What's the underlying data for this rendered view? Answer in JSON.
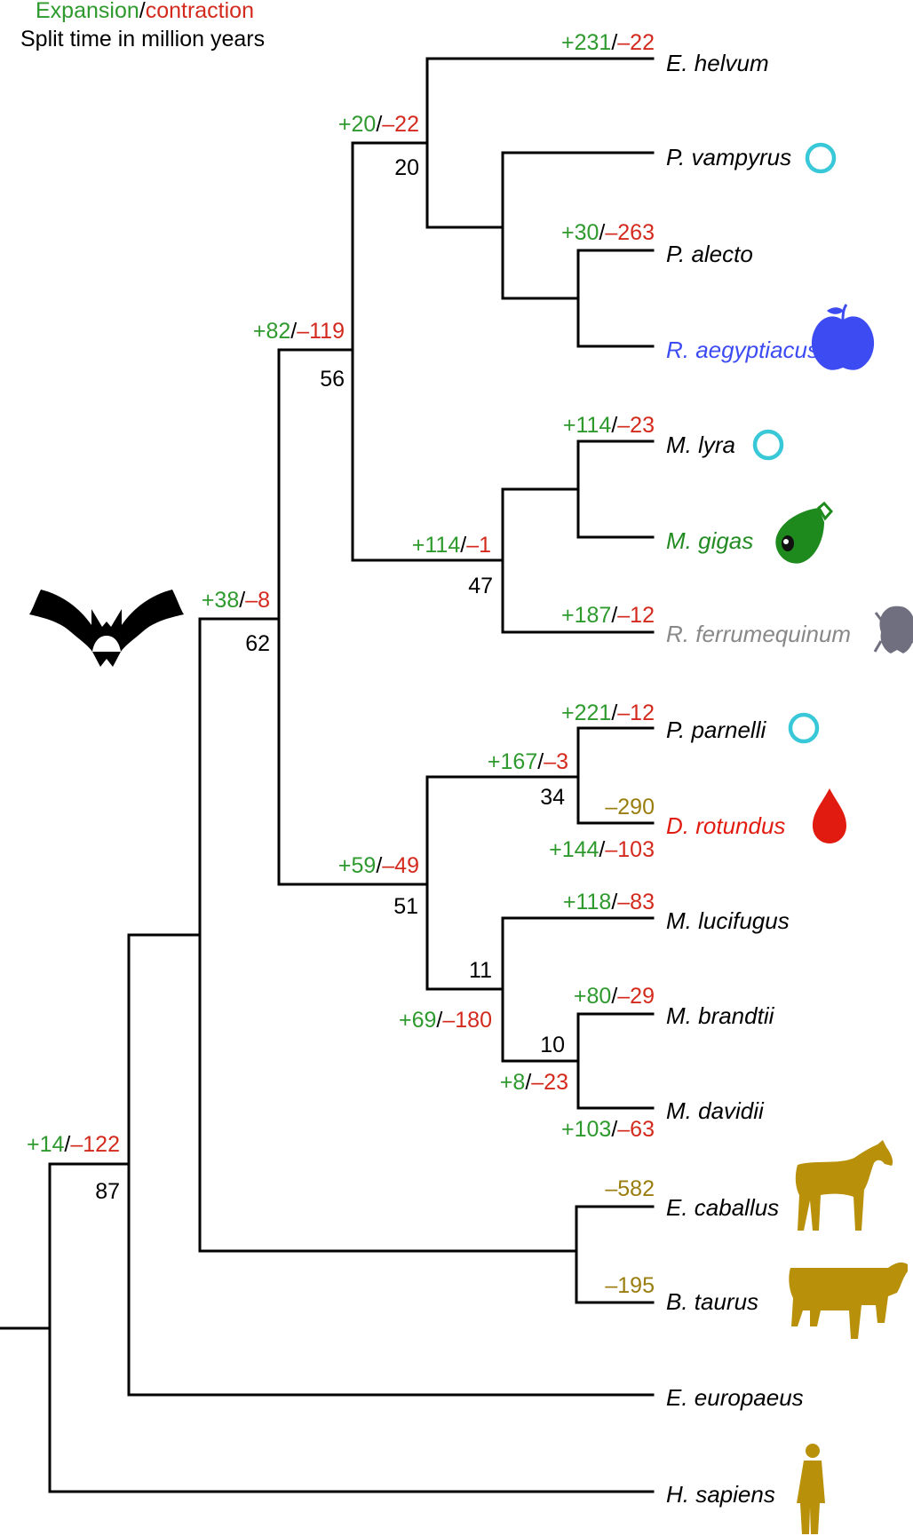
{
  "legend": {
    "expansion": "Expansion",
    "slash": "/",
    "contraction": "contraction",
    "split_time": "Split time in million years"
  },
  "colors": {
    "expansion": "#2e9a2e",
    "contraction": "#d42a1e",
    "loss_only": "#9a7d0f",
    "black": "#000000",
    "sanguivore_blood": "#e21b10",
    "frugivore_apple": "#3d4cf2",
    "carnivore_fish": "#228b22",
    "insectivore_fly": "#6f6f7f",
    "ring": "#38c8d8",
    "mammal_silhouette": "#b8900a"
  },
  "taxa": [
    {
      "name": "E. helvum",
      "color": "#000000"
    },
    {
      "name": "P. vampyrus",
      "color": "#000000",
      "icon": "ring-icon"
    },
    {
      "name": "P. alecto",
      "color": "#000000"
    },
    {
      "name": "R. aegyptiacus",
      "color": "#3d4cf2",
      "icon": "apple-icon"
    },
    {
      "name": "M. lyra",
      "color": "#000000",
      "icon": "ring-icon"
    },
    {
      "name": "M. gigas",
      "color": "#228b22",
      "icon": "fish-icon"
    },
    {
      "name": "R. ferrumequinum",
      "color": "#888888",
      "icon": "fly-icon"
    },
    {
      "name": "P. parnelli",
      "color": "#000000",
      "icon": "ring-icon"
    },
    {
      "name": "D. rotundus",
      "color": "#e21b10",
      "icon": "blood-drop-icon"
    },
    {
      "name": "M. lucifugus",
      "color": "#000000"
    },
    {
      "name": "M. brandtii",
      "color": "#000000"
    },
    {
      "name": "M. davidii",
      "color": "#000000"
    },
    {
      "name": "E. caballus",
      "color": "#000000",
      "icon": "horse-icon"
    },
    {
      "name": "B. taurus",
      "color": "#000000",
      "icon": "cow-icon"
    },
    {
      "name": "E. europaeus",
      "color": "#000000"
    },
    {
      "name": "H. sapiens",
      "color": "#000000",
      "icon": "human-icon"
    }
  ],
  "split_times": [
    "20",
    "56",
    "62",
    "47",
    "34",
    "51",
    "11",
    "10",
    "87"
  ],
  "changes": [
    {
      "id": "e-helvum",
      "exp": "+231",
      "con": "–22"
    },
    {
      "id": "pteropodid-clade",
      "exp": "+20",
      "con": "–22"
    },
    {
      "id": "p-alecto",
      "exp": "+30",
      "con": "–263"
    },
    {
      "id": "yinpterochiroptera",
      "exp": "+82",
      "con": "–119"
    },
    {
      "id": "m-lyra",
      "exp": "+114",
      "con": "–23"
    },
    {
      "id": "rhinolophoid-clade",
      "exp": "+114",
      "con": "–1"
    },
    {
      "id": "r-ferrumequinum",
      "exp": "+187",
      "con": "–12"
    },
    {
      "id": "chiroptera",
      "exp": "+38",
      "con": "–8"
    },
    {
      "id": "p-parnelli",
      "exp": "+221",
      "con": "–12"
    },
    {
      "id": "noctilionoid-clade",
      "exp": "+167",
      "con": "–3"
    },
    {
      "id": "d-rotundus-branch",
      "exp": "+144",
      "con": "–103"
    },
    {
      "id": "yangochiroptera",
      "exp": "+59",
      "con": "–49"
    },
    {
      "id": "m-lucifugus",
      "exp": "+118",
      "con": "–83"
    },
    {
      "id": "m-brandtii",
      "exp": "+80",
      "con": "–29"
    },
    {
      "id": "myotis-clade",
      "exp": "+69",
      "con": "–180"
    },
    {
      "id": "brandtii-davidii",
      "exp": "+8",
      "con": "–23"
    },
    {
      "id": "m-davidii",
      "exp": "+103",
      "con": "–63"
    },
    {
      "id": "laurasiatheria",
      "exp": "+14",
      "con": "–122"
    }
  ],
  "losses_only": [
    {
      "id": "d-rotundus",
      "value": "–290"
    },
    {
      "id": "e-caballus",
      "value": "–582"
    },
    {
      "id": "b-taurus",
      "value": "–195"
    }
  ]
}
